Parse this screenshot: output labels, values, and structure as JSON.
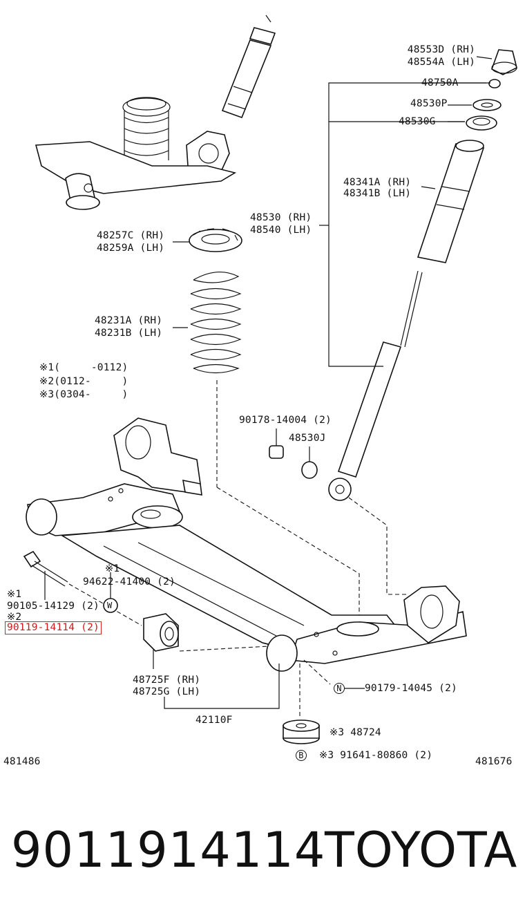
{
  "labels": {
    "bump_stop_rh": "48553D (RH)",
    "bump_stop_lh": "48554A (LH)",
    "nut_48750a": "48750A",
    "washer_48530p": "48530P",
    "seat_48530g": "48530G",
    "boot_rh": "48341A (RH)",
    "boot_lh": "48341B (LH)",
    "absorber_rh": "48530 (RH)",
    "absorber_lh": "48540 (LH)",
    "insulator_rh": "48257C (RH)",
    "insulator_lh": "48259A (LH)",
    "spring_rh": "48231A (RH)",
    "spring_lh": "48231B (LH)",
    "note_1": "※1(     -0112)",
    "note_2": "※2(0112-     )",
    "note_3": "※3(0304-     )",
    "bolt_90178": "90178-14004 (2)",
    "bushing_48530j": "48530J",
    "mark_1_a": "※1",
    "washer_94622": "94622-41400 (2)",
    "mark_1_b": "※1",
    "bolt_90105": "90105-14129 (2)",
    "mark_2": "※2",
    "bolt_90119": "90119-14114 (2)",
    "bushing_rh": "48725F (RH)",
    "bushing_lh": "48725G (LH)",
    "axle_beam": "42110F",
    "nut_90179": "90179-14045 (2)",
    "w_symbol": "W",
    "n_symbol": "N",
    "b_symbol": "B",
    "bumper_48724": "※3 48724",
    "bolt_91641": "※3 91641-80860 (2)",
    "ref_left": "481486",
    "ref_right": "481676"
  },
  "footer": {
    "part_number": "9011914114",
    "brand": "TOYOTA"
  },
  "highlight_color": "#e02020"
}
